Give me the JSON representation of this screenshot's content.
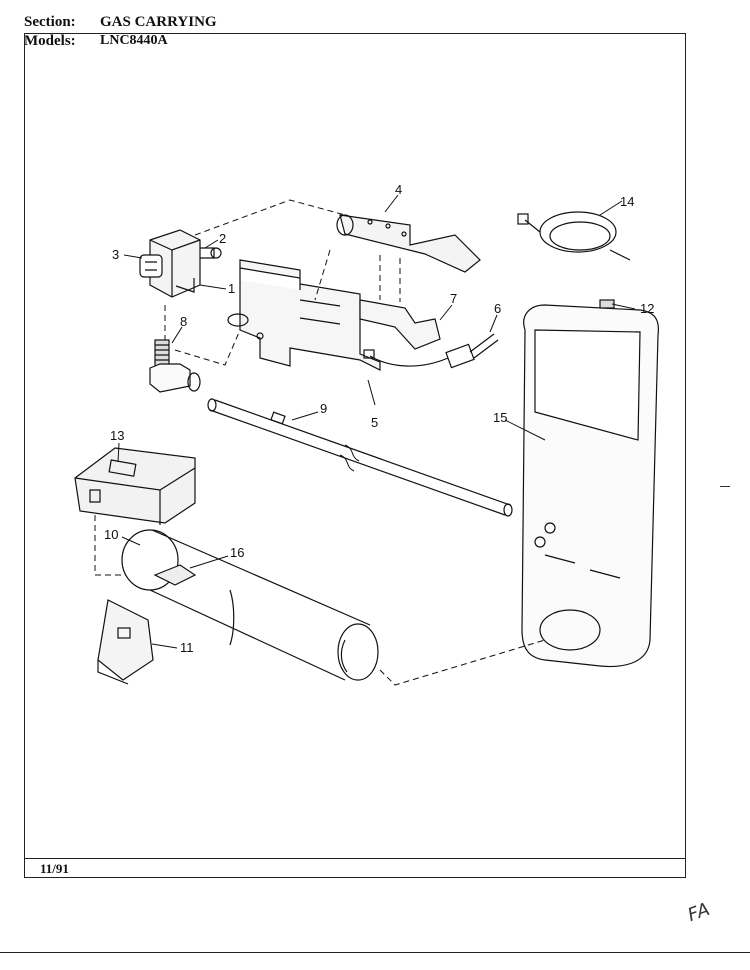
{
  "header": {
    "section_label": "Section:",
    "section_value": "GAS CARRYING",
    "models_label": "Models:",
    "models_value": "LNC8440A"
  },
  "footer": {
    "date": "11/91"
  },
  "margin_note": "FA",
  "callouts": {
    "1": "1",
    "2": "2",
    "3": "3",
    "4": "4",
    "5": "5",
    "6": "6",
    "7": "7",
    "8": "8",
    "9": "9",
    "10": "10",
    "11": "11",
    "12": "12",
    "13": "13",
    "14": "14",
    "15": "15",
    "16": "16"
  },
  "colors": {
    "ink": "#111111",
    "paper": "#ffffff"
  }
}
